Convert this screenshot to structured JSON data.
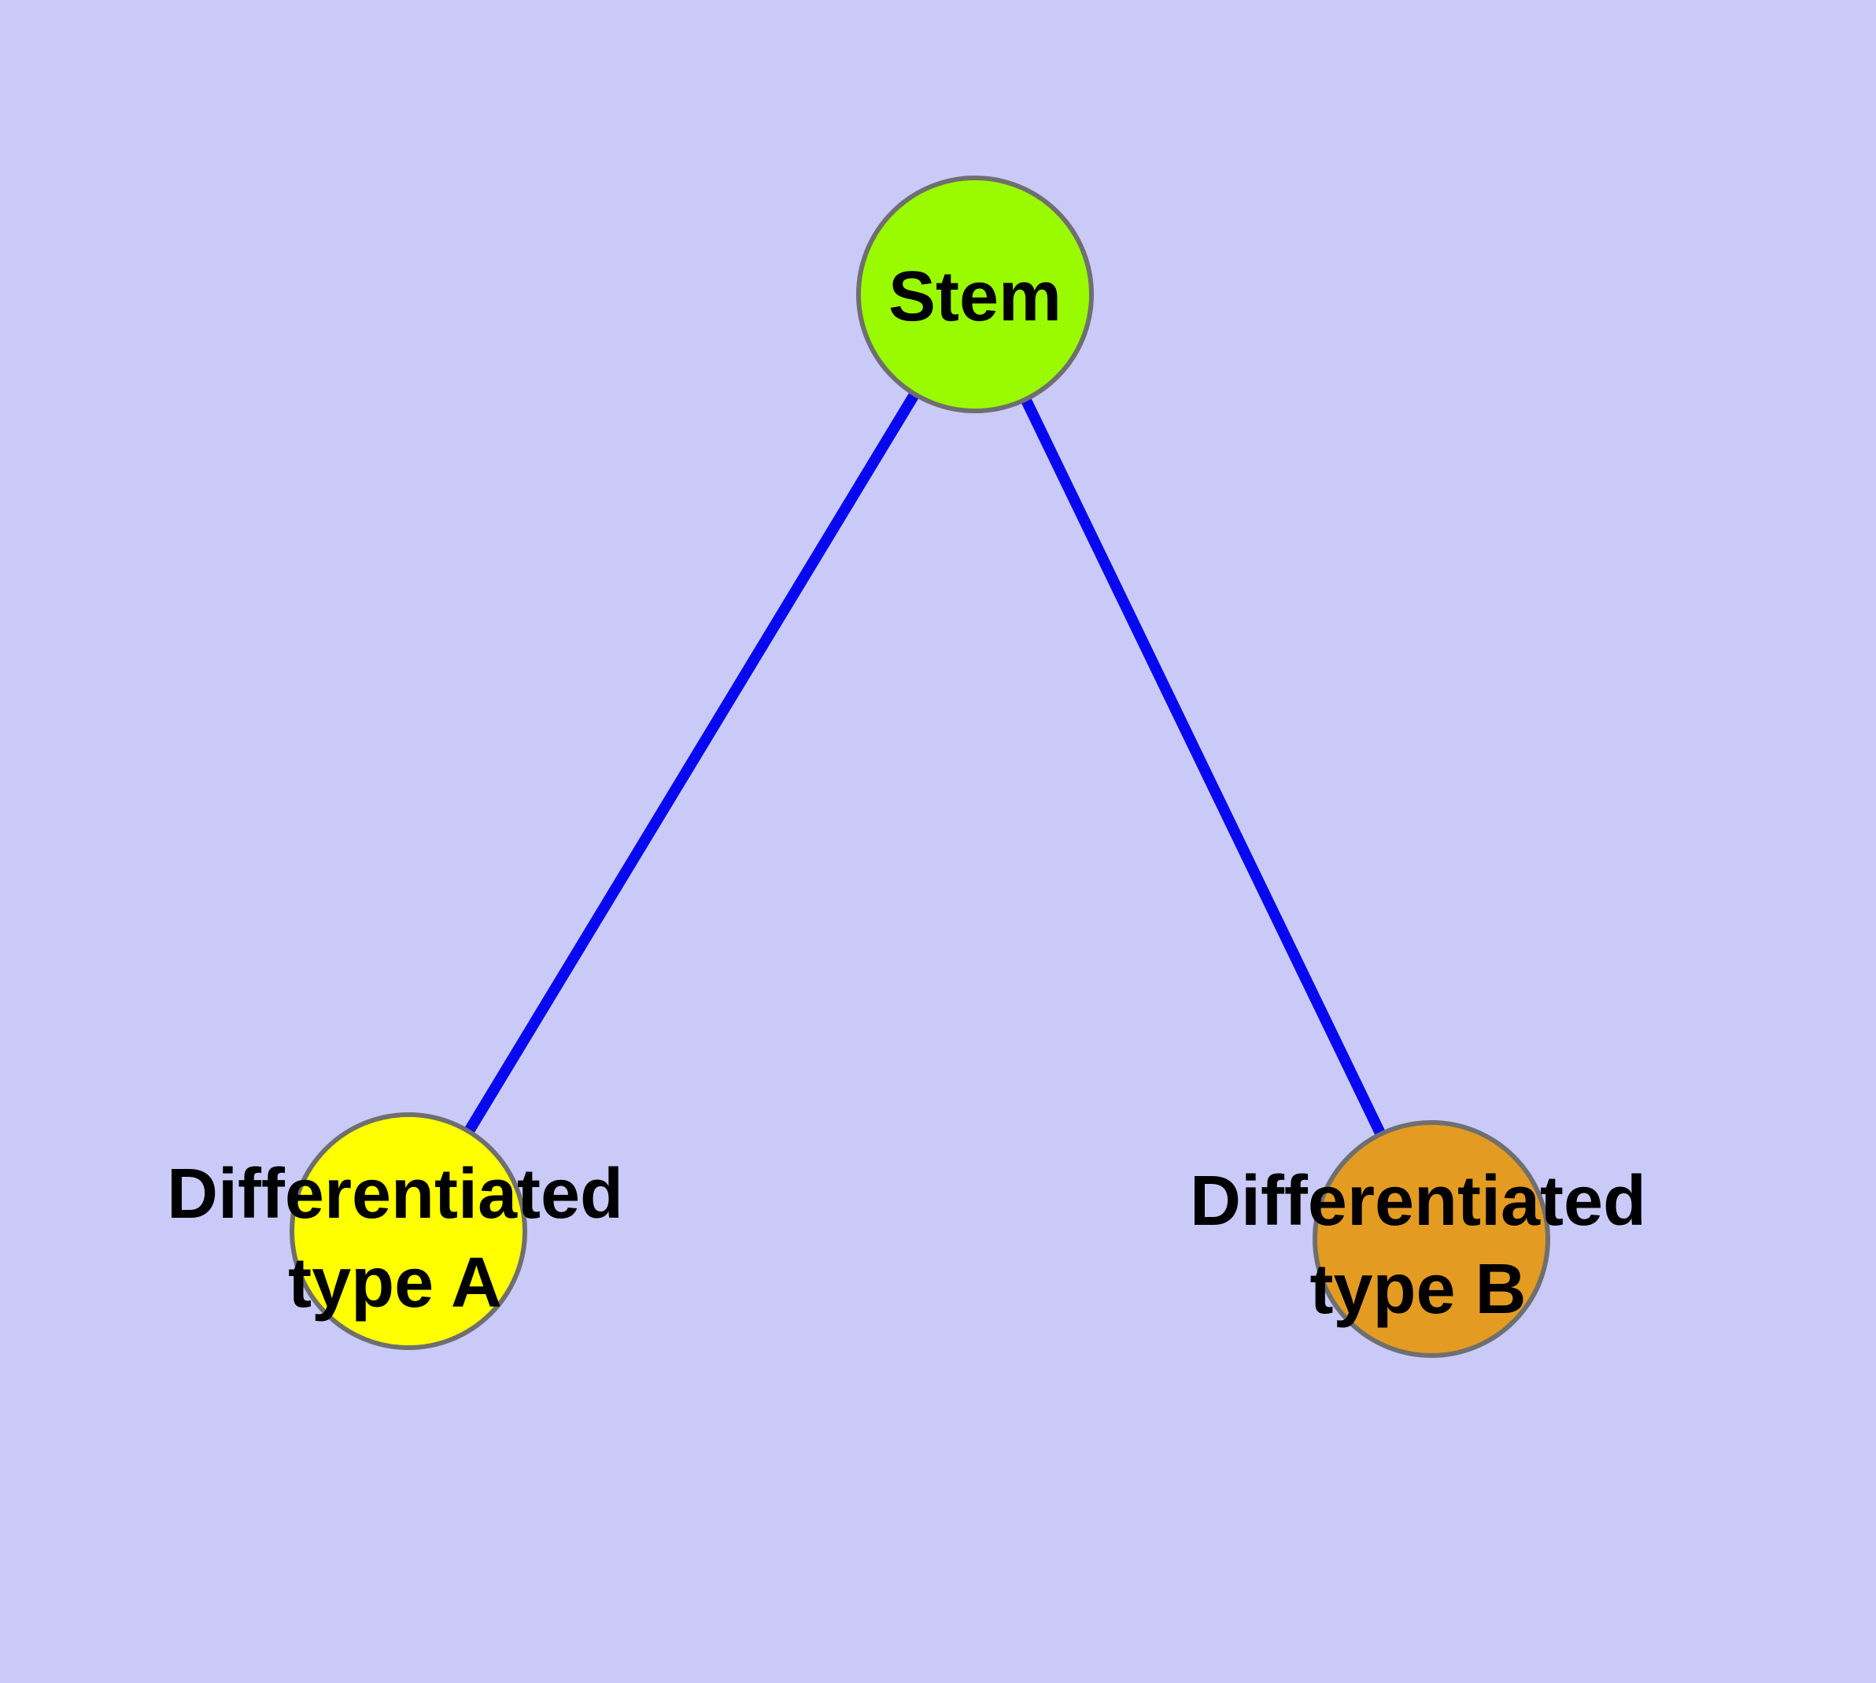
{
  "diagram": {
    "background_color": "#CACAF8",
    "edge_color": "#0808F0",
    "node_border_color": "#6F6F6F",
    "label_color": "#000000",
    "nodes": {
      "stem": {
        "label": "Stem",
        "fill": "#9AFB00"
      },
      "diff_a": {
        "label_line1": "Differentiated",
        "label_line2": "type A",
        "fill": "#FFFF00"
      },
      "diff_b": {
        "label_line1": "Differentiated",
        "label_line2": "type B",
        "fill": "#E49B22"
      }
    },
    "edges": [
      {
        "from": "Stem",
        "to": "Differentiated type A"
      },
      {
        "from": "Stem",
        "to": "Differentiated type B"
      }
    ]
  }
}
